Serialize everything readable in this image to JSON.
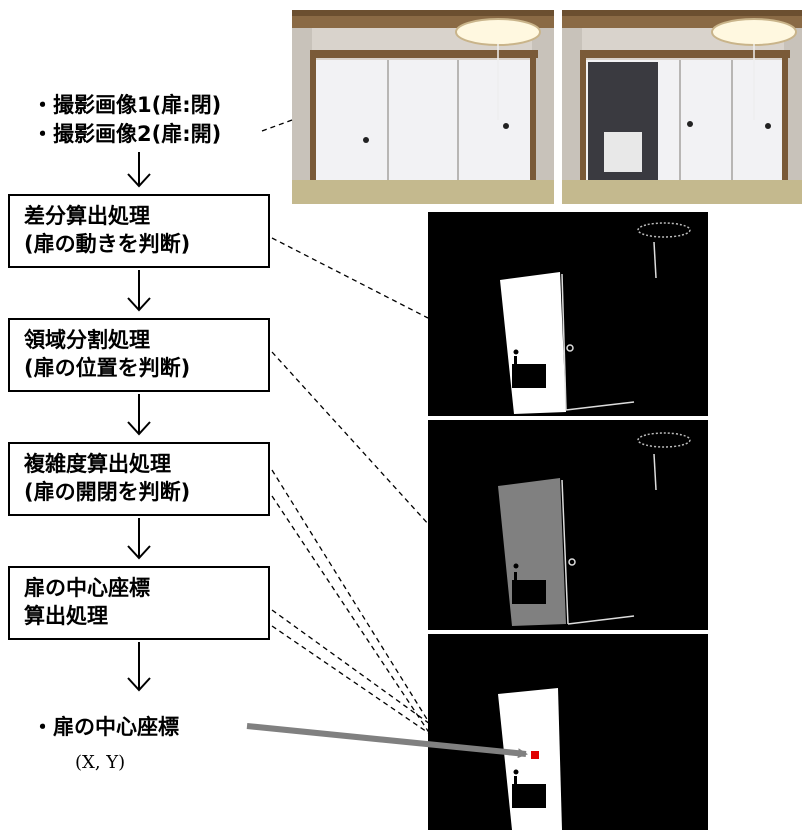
{
  "inputs": {
    "image1": "・撮影画像1(扉:閉)",
    "image2": "・撮影画像2(扉:開)"
  },
  "steps": [
    {
      "line1": "差分算出処理",
      "line2": "(扉の動きを判断)"
    },
    {
      "line1": "領域分割処理",
      "line2": "(扉の位置を判断)"
    },
    {
      "line1": "複雑度算出処理",
      "line2": "(扉の開閉を判断)"
    },
    {
      "line1": "扉の中心座標",
      "line2": "算出処理"
    }
  ],
  "output": {
    "label": "・扉の中心座標",
    "coord": "(X, Y)"
  },
  "colors": {
    "box_border": "#000000",
    "arrow_gray": "#808080",
    "center_marker": "#e00000",
    "step2_door_fill": "#808080"
  }
}
